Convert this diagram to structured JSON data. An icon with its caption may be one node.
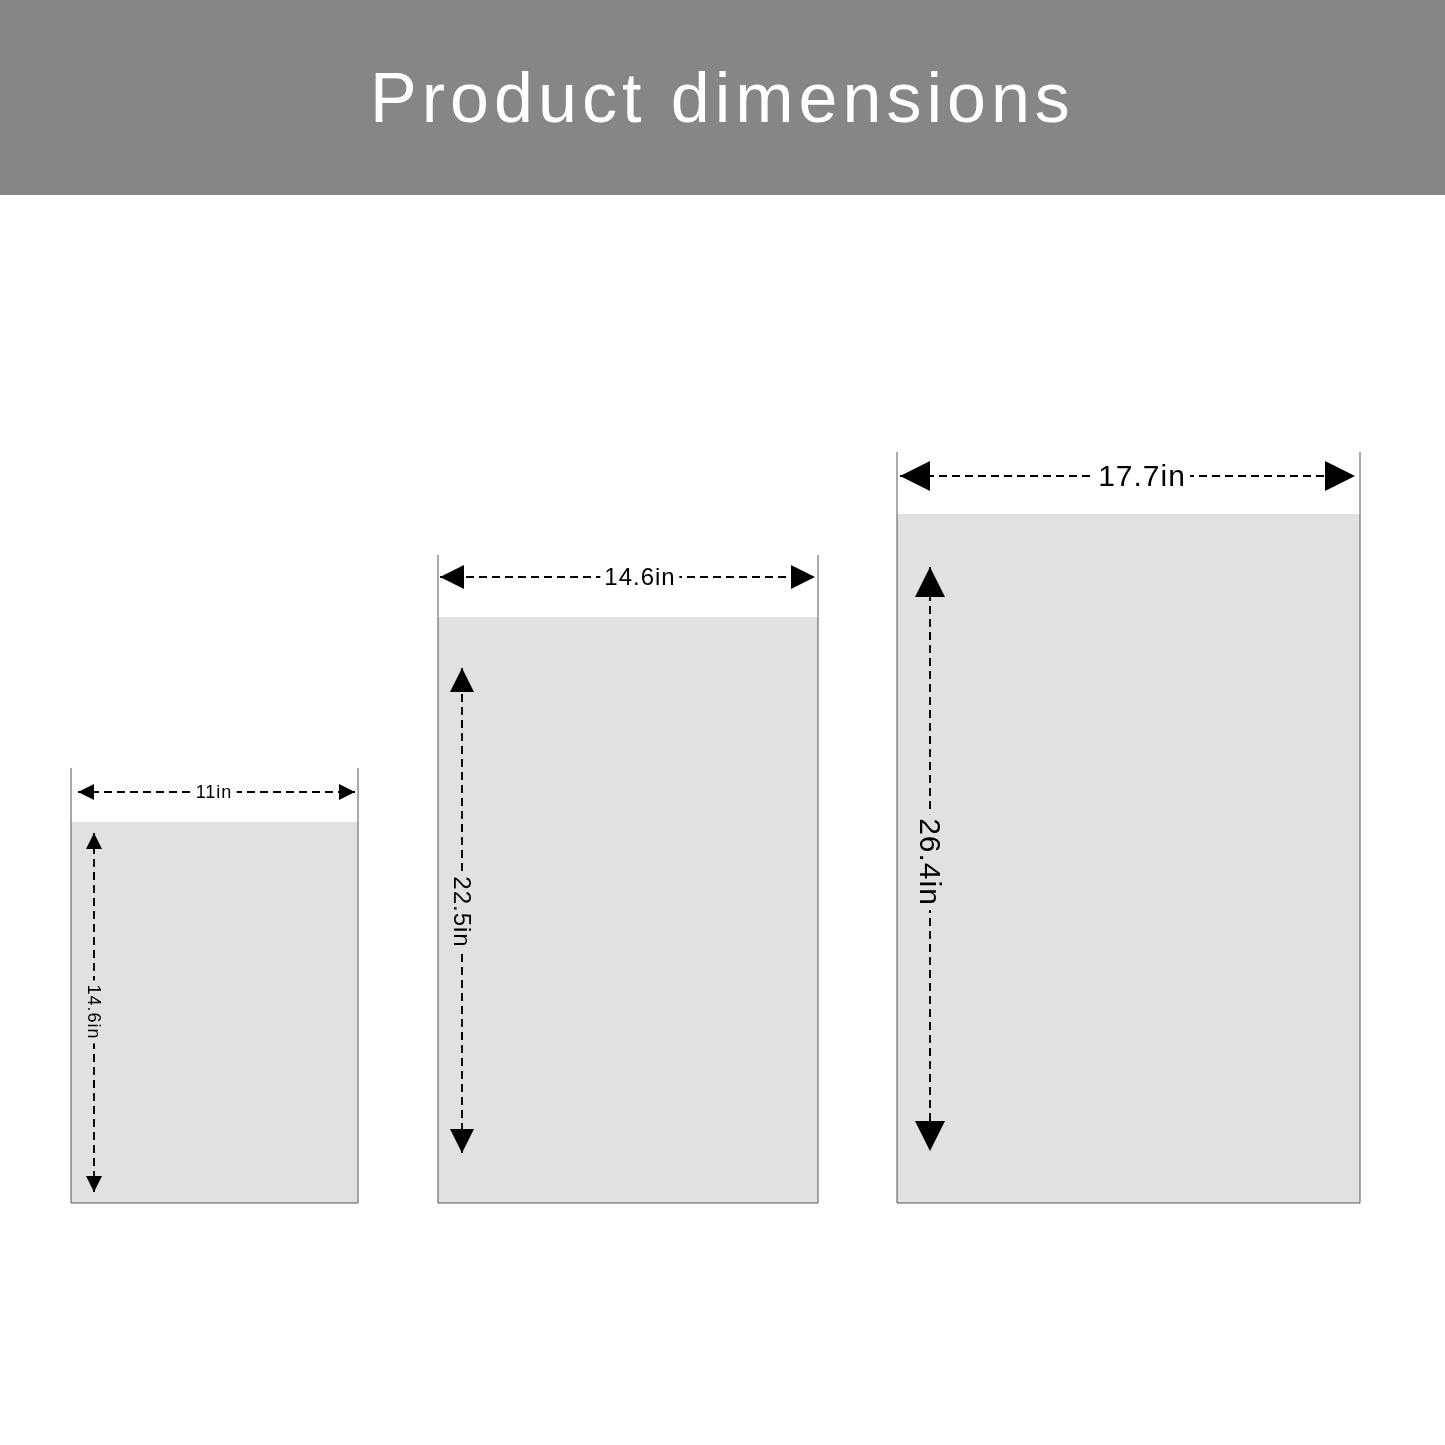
{
  "diagram": {
    "title": "Product dimensions",
    "labels": [
      "11in",
      "14.6in",
      "14.6in",
      "22.5in",
      "17.7in",
      "26.4in"
    ]
  }
}
